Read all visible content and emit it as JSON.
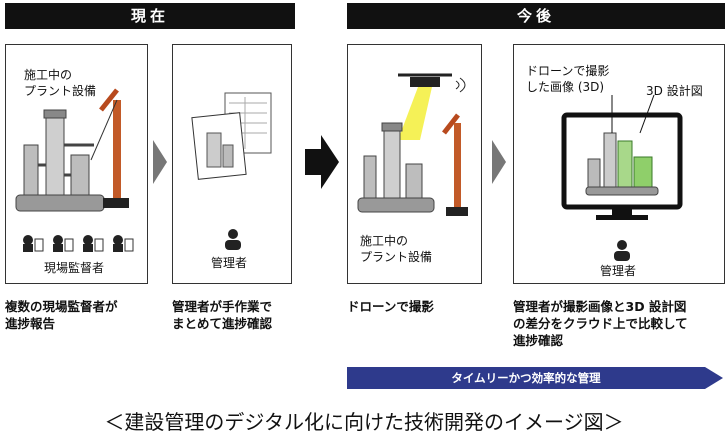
{
  "headers": {
    "current": "現在",
    "future": "今後"
  },
  "panels": {
    "p1": {
      "plant_label": "施工中の\nプラント設備",
      "people_label": "現場監督者"
    },
    "p2": {
      "person_label": "管理者"
    },
    "p3": {
      "plant_label": "施工中の\nプラント設備"
    },
    "p4": {
      "drone_image_label": "ドローンで撮影\nした画像 (3D)",
      "design_label": "3D 設計図",
      "person_label": "管理者"
    }
  },
  "descriptions": {
    "d1": "複数の現場監督者が\n進捗報告",
    "d2": "管理者が手作業で\nまとめて進捗確認",
    "d3": "ドローンで撮影",
    "d4": "管理者が撮影画像と3D 設計図\nの差分をクラウド上で比較して\n進捗確認"
  },
  "timeline_bar": "タイムリーかつ効率的な管理",
  "caption": "＜建設管理のデジタル化に向けた技術開発のイメージ図＞"
}
